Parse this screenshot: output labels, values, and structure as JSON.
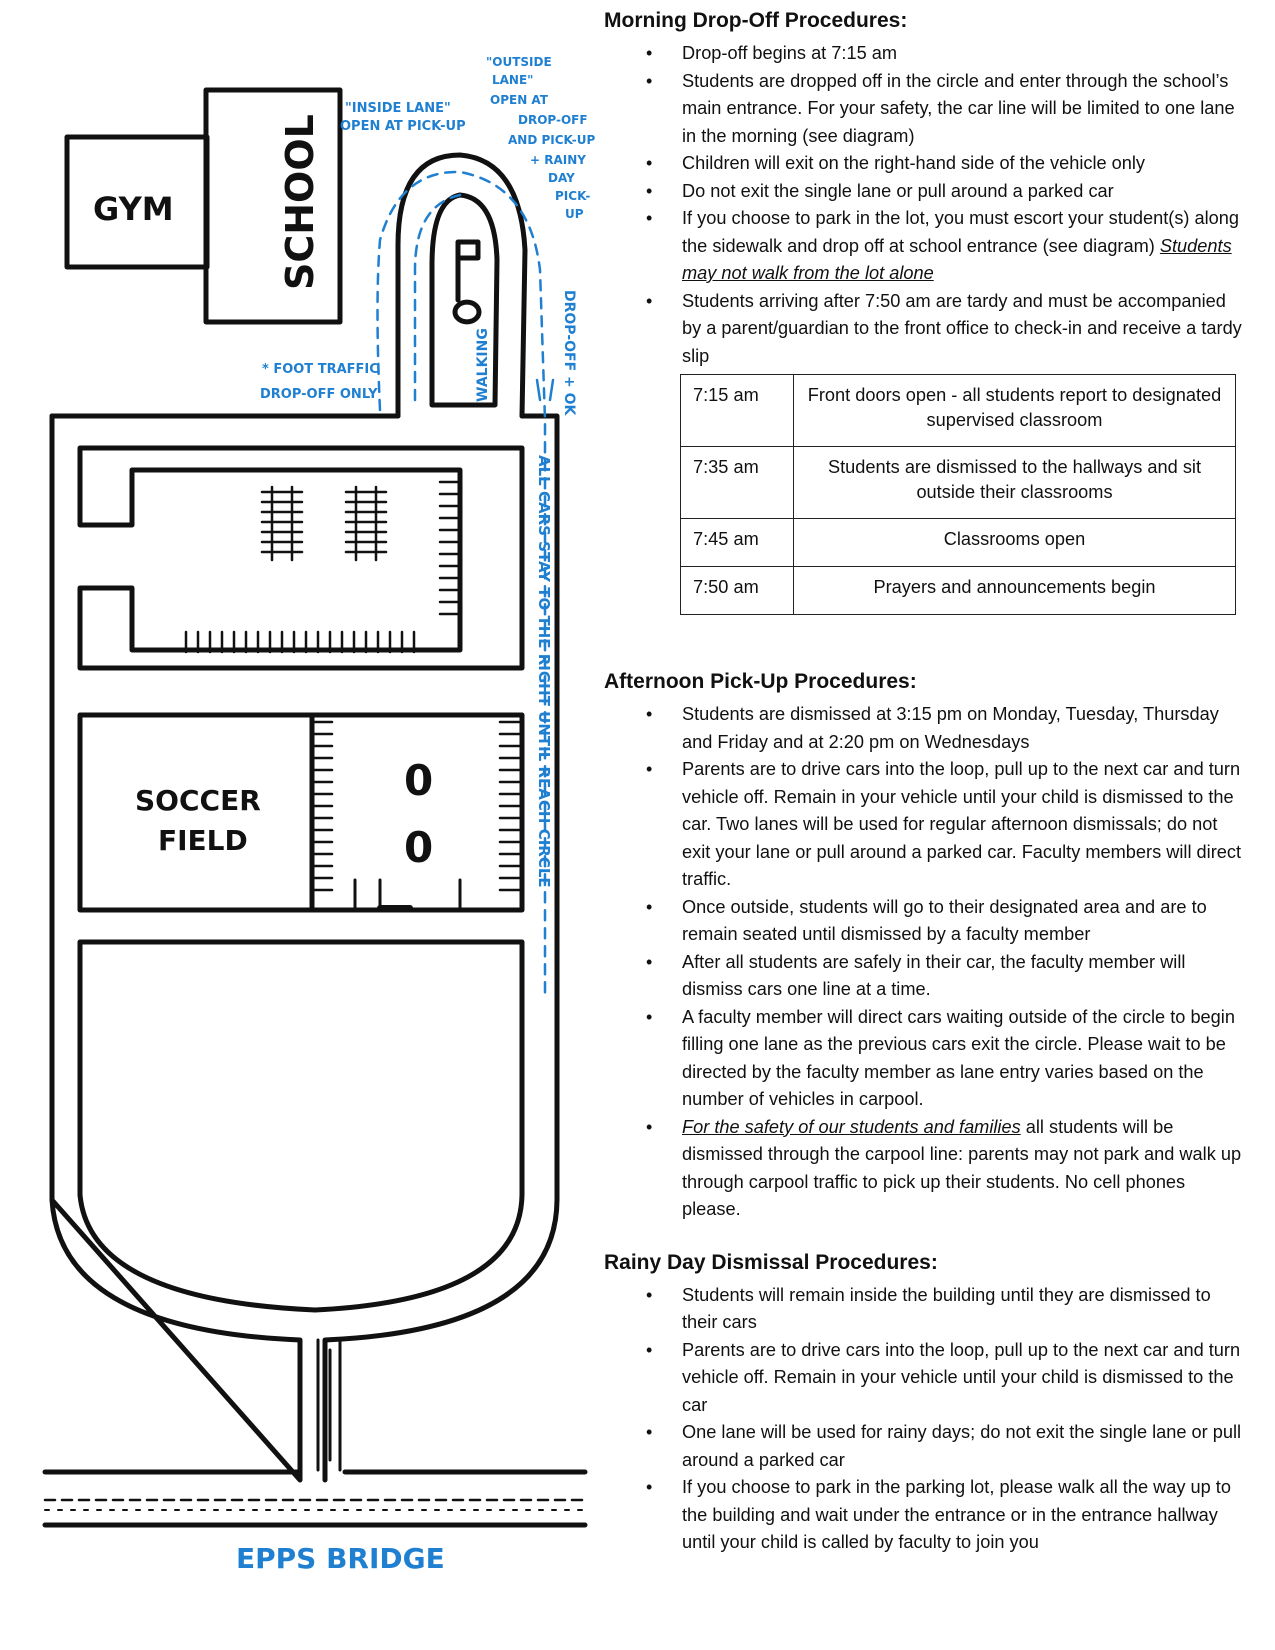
{
  "map": {
    "gym_label": "GYM",
    "school_label": "SCHOOL",
    "soccer_field_label_1": "SOCCER",
    "soccer_field_label_2": "FIELD",
    "field_marker_1": "0",
    "field_marker_2": "0",
    "walking_label": "WALKING",
    "road_label": "EPPS BRIDGE",
    "notes": {
      "inside_lane_1": "\"INSIDE LANE\"",
      "inside_lane_2": "OPEN AT PICK-UP",
      "outside_lane_1": "\"OUTSIDE",
      "outside_lane_2": "LANE\"",
      "outside_lane_3": "OPEN AT",
      "outside_lane_4": "DROP-OFF",
      "outside_lane_5": "AND PICK-UP",
      "outside_lane_6": "+ RAINY",
      "outside_lane_7": "DAY",
      "outside_lane_8": "PICK-",
      "outside_lane_9": "UP",
      "foot_traffic_1": "* FOOT TRAFFIC",
      "foot_traffic_2": "DROP-OFF ONLY",
      "all_cars": "ALL CARS STAY TO THE RIGHT UNTIL REACH CIRCLE",
      "dropoff_ok": "DROP-OFF + OK"
    }
  },
  "morning": {
    "title": "Morning Drop-Off Procedures:",
    "items": [
      "Drop-off begins at 7:15 am",
      "Students are dropped off in the circle and enter through the school’s main entrance. For your safety, the car line will be limited to one lane in the morning (see diagram)",
      "Children will exit on the right-hand side of the vehicle only",
      "Do not exit the single lane or pull around a parked car",
      "Students arriving after 7:50 am are tardy and must be accompanied by a parent/guardian to the front office to check-in and receive a tardy slip"
    ],
    "escort_item": {
      "text": "If you choose to park in the lot, you must escort your student(s) along the sidewalk and drop off at school entrance (see diagram) ",
      "emphasis": "Students may not walk from the lot alone"
    },
    "schedule": [
      {
        "time": "7:15 am",
        "desc": "Front doors open - all students report to designated supervised classroom"
      },
      {
        "time": "7:35 am",
        "desc": "Students are dismissed to the hallways and sit outside their classrooms"
      },
      {
        "time": "7:45 am",
        "desc": "Classrooms open"
      },
      {
        "time": "7:50 am",
        "desc": "Prayers and announcements begin"
      }
    ]
  },
  "afternoon": {
    "title": "Afternoon Pick-Up Procedures:",
    "items": [
      "Students are dismissed at 3:15 pm on Monday, Tuesday, Thursday and Friday and at 2:20 pm on Wednesdays",
      "Parents are to drive cars into the loop, pull up to the next car and turn vehicle off. Remain in your vehicle until your child is dismissed to the car. Two lanes will be used for regular afternoon dismissals; do not exit your lane or pull around a parked car. Faculty members will direct traffic.",
      "Once outside, students will go to their designated area and are to remain seated until dismissed by a faculty member",
      "After all students are safely in their car, the faculty member will dismiss cars one line at a time.",
      "A faculty member will direct cars waiting outside of the circle to begin filling one lane as the previous cars exit the circle. Please wait to be directed by the faculty member as lane entry varies based on the number of vehicles in carpool."
    ],
    "safety_item": {
      "emphasis": "For the safety of our students and families",
      "text": " all students will be dismissed through the carpool line: parents may not park and walk up through carpool traffic to pick up their students. No cell phones please."
    }
  },
  "rainy": {
    "title": "Rainy Day Dismissal Procedures:",
    "items": [
      "Students will remain inside the building until they are dismissed to their cars",
      "Parents are to drive cars into the loop, pull up to the next car and turn vehicle off. Remain in your vehicle until your child is dismissed to the car",
      "One lane will be used for rainy days; do not exit the single lane or pull around a parked car",
      "If you choose to park in the parking lot, please walk all the way up to the building and wait under the entrance or in the entrance hallway until your child is called by faculty to join you"
    ]
  }
}
